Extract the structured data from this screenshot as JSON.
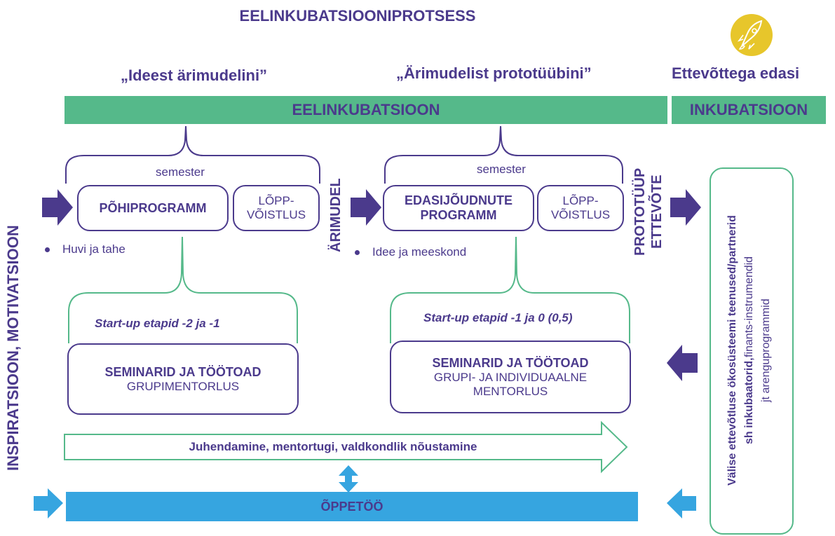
{
  "title": "EELINKUBATSIOONIPROTSESS",
  "phase_titles": {
    "left": "„Ideest ärimudelini”",
    "middle": "„Ärimudelist prototüübini”",
    "right": "Ettevõttega edasi"
  },
  "bands": {
    "preincubation": "EELINKUBATSIOON",
    "incubation": "INKUBATSIOON"
  },
  "left_program": {
    "duration": "semester",
    "main_box": "PÕHIPROGRAMM",
    "final_box_line1": "LÕPP-",
    "final_box_line2": "VÕISTLUS",
    "bullet": "Huvi ja tahe",
    "stages": "Start-up etapid -2 ja -1",
    "seminar_title": "SEMINARID JA TÖÖTOAD",
    "seminar_sub": "GRUPIMENTORLUS"
  },
  "middle_program": {
    "duration": "semester",
    "main_box_line1": "EDASIJÕUDNUTE",
    "main_box_line2": "PROGRAMM",
    "final_box_line1": "LÕPP-",
    "final_box_line2": "VÕISTLUS",
    "bullet": "Idee ja meeskond",
    "stages": "Start-up etapid -1 ja 0 (0,5)",
    "seminar_title": "SEMINARID JA TÖÖTOAD",
    "seminar_sub_line1": "GRUPI- JA INDIVIDUAALNE",
    "seminar_sub_line2": "MENTORLUS"
  },
  "vertical_labels": {
    "left": "INSPIRATSIOON, MOTIVATSIOON",
    "business_model": "ÄRIMUDEL",
    "prototype": "PROTOTÜÜP",
    "company": "ETTEVÕTE"
  },
  "right_panel": {
    "line1": "Välise ettevõtluse ökosüsteemi teenused/partnerid",
    "line2_bold": "sh inkubaatorid,",
    "line2_rest": " finants-instrumendid",
    "line3": "jt arenguprogrammid"
  },
  "guidance_arrow": "Juhendamine, mentortugi, valdkondlik nõustamine",
  "teaching_bar": "ÕPPETÖÖ",
  "colors": {
    "purple": "#4b3a8c",
    "green": "#55b98a",
    "blue": "#36a5e0",
    "logo_yellow": "#e7c62b"
  },
  "icons": [
    "rocket-icon"
  ]
}
